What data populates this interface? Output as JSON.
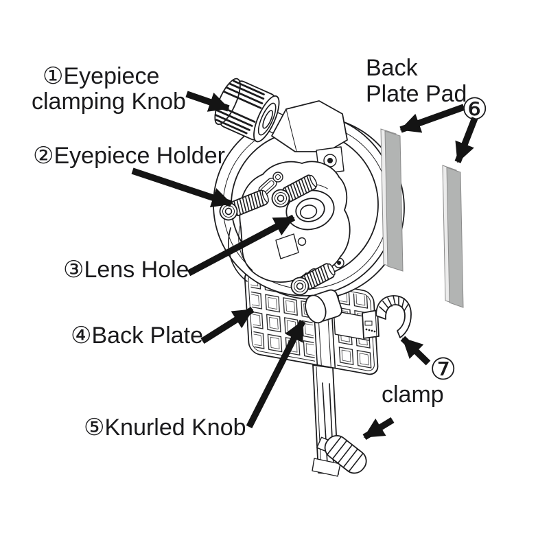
{
  "figure": {
    "type": "technical-exploded-diagram",
    "subject": "Eyepiece holder assembly with numbered part callouts",
    "colors": {
      "background": "#ffffff",
      "line": "#1c1c1e",
      "text": "#1a1a1c",
      "arrow": "#141414",
      "pad_face": "#b2b4b3",
      "pad_edge": "#ececec"
    },
    "labels": {
      "part1_line1": "①Eyepiece",
      "part1_line2": "clamping Knob",
      "part2": "②Eyepiece Holder",
      "part3": "③Lens Hole",
      "part4": "④Back Plate",
      "part5": "⑤Knurled Knob",
      "part6_line1": "Back",
      "part6_line2": "Plate Pad",
      "part6_num": "⑥",
      "part7_num": "⑦",
      "part7": "clamp"
    },
    "parts": [
      {
        "num": "①",
        "name": "Eyepiece clamping Knob"
      },
      {
        "num": "②",
        "name": "Eyepiece Holder"
      },
      {
        "num": "③",
        "name": "Lens Hole"
      },
      {
        "num": "④",
        "name": "Back Plate"
      },
      {
        "num": "⑤",
        "name": "Knurled Knob"
      },
      {
        "num": "⑥",
        "name": "Back Plate Pad"
      },
      {
        "num": "⑦",
        "name": "clamp"
      }
    ]
  }
}
